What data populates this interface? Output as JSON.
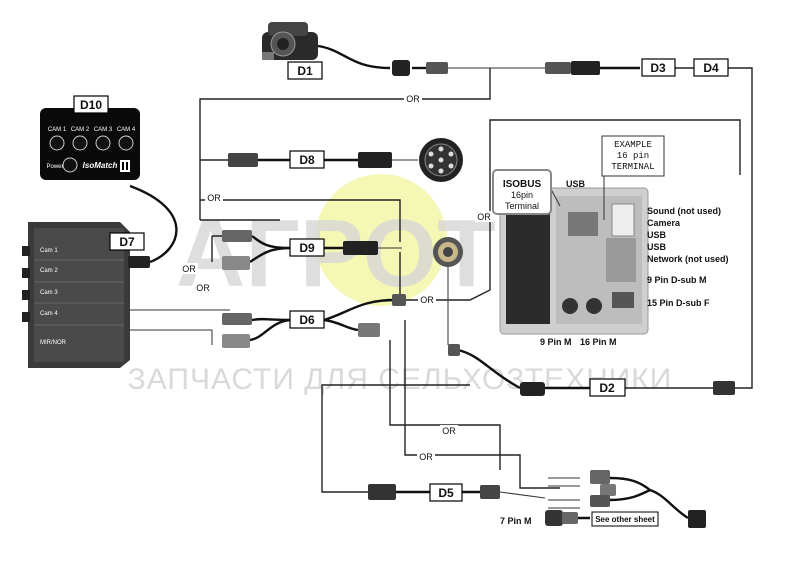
{
  "watermark": {
    "brand": "АГРОТЕХ",
    "tagline": "ЗАПЧАСТИ ДЛЯ СЕЛЬХОЗТЕХНИКИ",
    "colors": {
      "text": "#d6d6d6",
      "sun": "#f3f6a8"
    }
  },
  "labels": {
    "d1": "D1",
    "d2": "D2",
    "d3": "D3",
    "d4": "D4",
    "d5": "D5",
    "d6": "D6",
    "d7": "D7",
    "d8": "D8",
    "d9": "D9",
    "d10": "D10"
  },
  "or_labels": [
    "OR",
    "OR",
    "OR",
    "OR",
    "OR",
    "OR",
    "OR",
    "OR"
  ],
  "d10_box": {
    "cams": [
      "CAM 1",
      "CAM 2",
      "CAM 3",
      "CAM 4"
    ],
    "power": "Power",
    "brand": "IsoMatch",
    "icon": "isomatch-logo-icon"
  },
  "d7_box": {
    "ports": [
      "Cam 1",
      "Cam 2",
      "Cam 3",
      "Cam 4",
      "MIR/NOR"
    ]
  },
  "terminal": {
    "isobus_title": [
      "ISOBUS",
      "16pin",
      "Terminal"
    ],
    "usb_top": "USB",
    "example_note": [
      "EXAMPLE",
      "16 pin",
      "TERMINAL"
    ],
    "side_ports": [
      "Sound (not used)",
      "Camera",
      "USB",
      "USB",
      "Network (not used)"
    ],
    "dsub_9": "9 Pin D-sub M",
    "dsub_15": "15 Pin D-sub F",
    "bottom_left": "9 Pin M",
    "bottom_right": "16 Pin M"
  },
  "bottom": {
    "seven_pin": "7 Pin M",
    "see_other": "See other sheet"
  }
}
